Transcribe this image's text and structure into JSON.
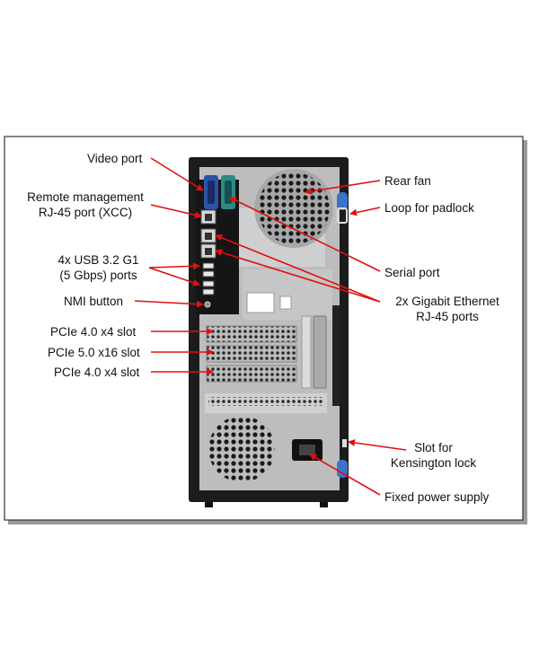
{
  "figure": {
    "labels": {
      "video_port": "Video port",
      "remote_mgmt_line1": "Remote management",
      "remote_mgmt_line2": "RJ-45 port (XCC)",
      "usb_line1": "4x USB 3.2 G1",
      "usb_line2": "(5 Gbps) ports",
      "nmi_button": "NMI button",
      "pcie_slot_1": "PCIe 4.0 x4 slot",
      "pcie_slot_2": "PCIe 5.0 x16 slot",
      "pcie_slot_3": "PCIe 4.0 x4 slot",
      "rear_fan": "Rear fan",
      "loop_padlock": "Loop for padlock",
      "serial_port": "Serial port",
      "ethernet_line1": "2x Gigabit Ethernet",
      "ethernet_line2": "RJ-45 ports",
      "kensington_line1": "Slot for",
      "kensington_line2": "Kensington lock",
      "power_supply": "Fixed power supply"
    },
    "colors": {
      "arrow": "#e01010",
      "chassis": "#1c1c1c",
      "panel": "#b9b9b9",
      "vga_port": "#2f52a8",
      "serial_port": "#2c8a86",
      "blue_latch": "#3b73c8"
    }
  }
}
